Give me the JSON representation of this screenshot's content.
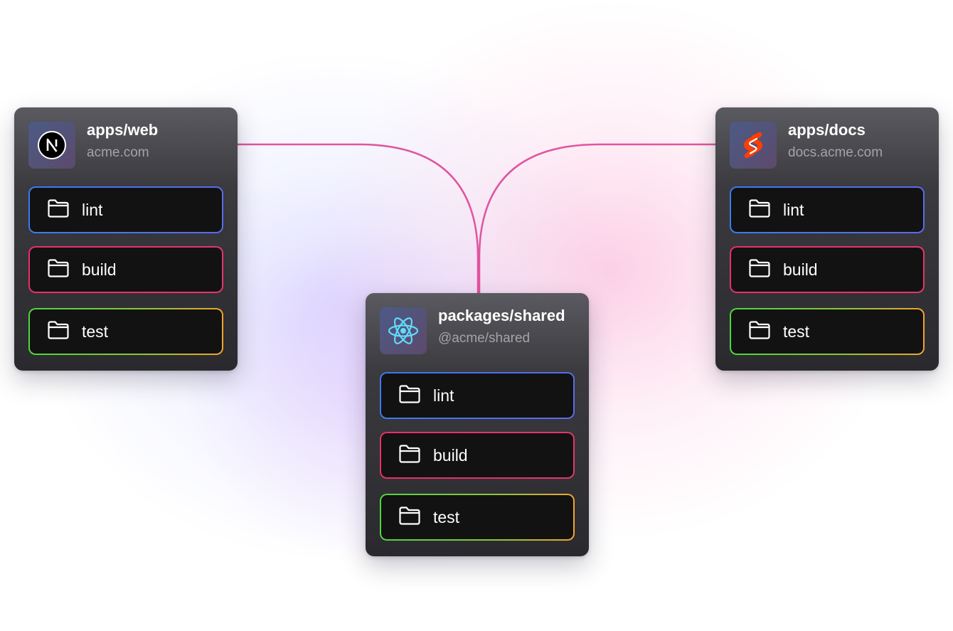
{
  "workspaces": [
    {
      "id": "web",
      "logo_icon": "nextjs-logo",
      "title": "apps/web",
      "subtitle": "acme.com",
      "tasks": [
        "lint",
        "build",
        "test"
      ]
    },
    {
      "id": "docs",
      "logo_icon": "svelte-logo",
      "title": "apps/docs",
      "subtitle": "docs.acme.com",
      "tasks": [
        "lint",
        "build",
        "test"
      ]
    },
    {
      "id": "shared",
      "logo_icon": "react-logo",
      "title": "packages/shared",
      "subtitle": "@acme/shared",
      "tasks": [
        "lint",
        "build",
        "test"
      ]
    }
  ],
  "connections": [
    {
      "from": "apps/web",
      "to": "packages/shared"
    },
    {
      "from": "apps/docs",
      "to": "packages/shared"
    }
  ],
  "task_icon": "folder-icon",
  "colors": {
    "connector": "#e0559f",
    "lint_border": "#3a7bf0",
    "build_border": "#ea2f66",
    "test_border_start": "#4fd63a",
    "test_border_end": "#f2a42a",
    "react": "#61dafb",
    "svelte": "#ff3e00"
  }
}
